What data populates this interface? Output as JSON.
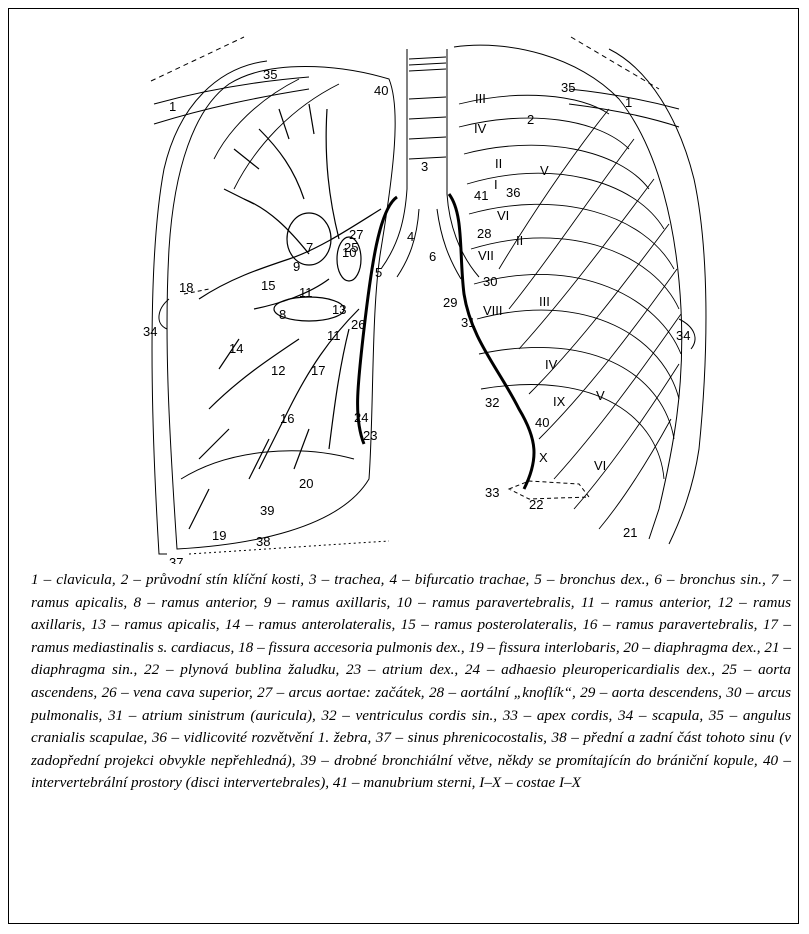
{
  "labels": [
    {
      "id": "1a",
      "text": "1"
    },
    {
      "id": "1b",
      "text": "1"
    },
    {
      "id": "2",
      "text": "2"
    },
    {
      "id": "3",
      "text": "3"
    },
    {
      "id": "4",
      "text": "4"
    },
    {
      "id": "5",
      "text": "5"
    },
    {
      "id": "6",
      "text": "6"
    },
    {
      "id": "7",
      "text": "7"
    },
    {
      "id": "8",
      "text": "8"
    },
    {
      "id": "9",
      "text": "9"
    },
    {
      "id": "10",
      "text": "10"
    },
    {
      "id": "11a",
      "text": "11"
    },
    {
      "id": "11b",
      "text": "11"
    },
    {
      "id": "12",
      "text": "12"
    },
    {
      "id": "13",
      "text": "13"
    },
    {
      "id": "14",
      "text": "14"
    },
    {
      "id": "15",
      "text": "15"
    },
    {
      "id": "16",
      "text": "16"
    },
    {
      "id": "17",
      "text": "17"
    },
    {
      "id": "18",
      "text": "18"
    },
    {
      "id": "19",
      "text": "19"
    },
    {
      "id": "20",
      "text": "20"
    },
    {
      "id": "21",
      "text": "21"
    },
    {
      "id": "22",
      "text": "22"
    },
    {
      "id": "23",
      "text": "23"
    },
    {
      "id": "24",
      "text": "24"
    },
    {
      "id": "25",
      "text": "25"
    },
    {
      "id": "26",
      "text": "26"
    },
    {
      "id": "27",
      "text": "27"
    },
    {
      "id": "28",
      "text": "28"
    },
    {
      "id": "29",
      "text": "29"
    },
    {
      "id": "30",
      "text": "30"
    },
    {
      "id": "31",
      "text": "31"
    },
    {
      "id": "32",
      "text": "32"
    },
    {
      "id": "33",
      "text": "33"
    },
    {
      "id": "34a",
      "text": "34"
    },
    {
      "id": "34b",
      "text": "34"
    },
    {
      "id": "35a",
      "text": "35"
    },
    {
      "id": "35b",
      "text": "35"
    },
    {
      "id": "36",
      "text": "36"
    },
    {
      "id": "37",
      "text": "37"
    },
    {
      "id": "38",
      "text": "38"
    },
    {
      "id": "39",
      "text": "39"
    },
    {
      "id": "40a",
      "text": "40"
    },
    {
      "id": "40b",
      "text": "40"
    },
    {
      "id": "41",
      "text": "41"
    },
    {
      "id": "r1",
      "text": "I"
    },
    {
      "id": "r2a",
      "text": "II"
    },
    {
      "id": "r2b",
      "text": "II"
    },
    {
      "id": "r3a",
      "text": "III"
    },
    {
      "id": "r3b",
      "text": "III"
    },
    {
      "id": "r4a",
      "text": "IV"
    },
    {
      "id": "r4b",
      "text": "IV"
    },
    {
      "id": "r5a",
      "text": "V"
    },
    {
      "id": "r5b",
      "text": "V"
    },
    {
      "id": "r6a",
      "text": "VI"
    },
    {
      "id": "r6b",
      "text": "VI"
    },
    {
      "id": "r7",
      "text": "VII"
    },
    {
      "id": "r8",
      "text": "VIII"
    },
    {
      "id": "r9",
      "text": "IX"
    },
    {
      "id": "r10",
      "text": "X"
    }
  ],
  "caption": "1 – clavicula, 2 – průvodní stín klíční kosti, 3 – trachea, 4 – bifurcatio trachae, 5 – bronchus dex., 6 – bronchus sin., 7 – ramus apicalis, 8 – ramus anterior, 9 – ramus axillaris, 10 – ramus paravertebralis, 11 – ramus anterior, 12 – ramus axillaris, 13 – ramus apicalis, 14 – ramus anterolateralis, 15 – ramus posterolateralis, 16 – ramus paravertebralis, 17 – ramus mediastinalis s. cardiacus, 18 – fissura accesoria pulmonis dex., 19 – fissura interlobaris, 20 – diaphragma dex., 21 – diaphragma sin., 22 – plynová bublina žaludku, 23 – atrium dex., 24 – adhaesio pleuropericardialis dex., 25 – aorta ascendens, 26 – vena cava superior, 27 – arcus aortae: začátek, 28 – aortální „knoflík“, 29 – aorta descendens, 30 – arcus pulmonalis, 31 – atrium sinistrum (auricula), 32 – ventriculus cordis sin., 33 – apex cordis, 34 – scapula, 35 – angulus cranialis scapulae, 36 – vidlicovité rozvětvění 1. žebra, 37 – sinus phrenicocostalis, 38 – přední a zadní část tohoto sinu (v zadopřední projekci obvykle nepřehledná), 39 – drobné bronchiální větve, někdy se promítajícín do brániční kopule, 40 – intervertebrální prostory (disci intervertebrales), 41 – manubrium sterni, I–X – costae I–X"
}
